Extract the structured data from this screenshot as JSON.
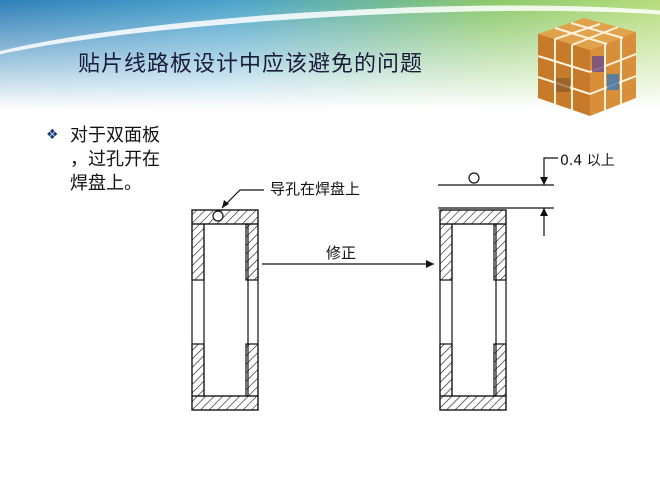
{
  "slide": {
    "title": "贴片线路板设计中应该避免的问题",
    "bullet_icon": "diamond-bullet-icon",
    "bullet_lines": [
      "对于双面板",
      "，过孔开在",
      "焊盘上。"
    ]
  },
  "diagram": {
    "via_label": "导孔在焊盘上",
    "arrow_label": "修正",
    "dimension_label": "0.4 以上"
  },
  "colors": {
    "header_blue": "#2e7fb8",
    "header_green": "#8cc96a",
    "title_text": "#1b1b3a"
  }
}
